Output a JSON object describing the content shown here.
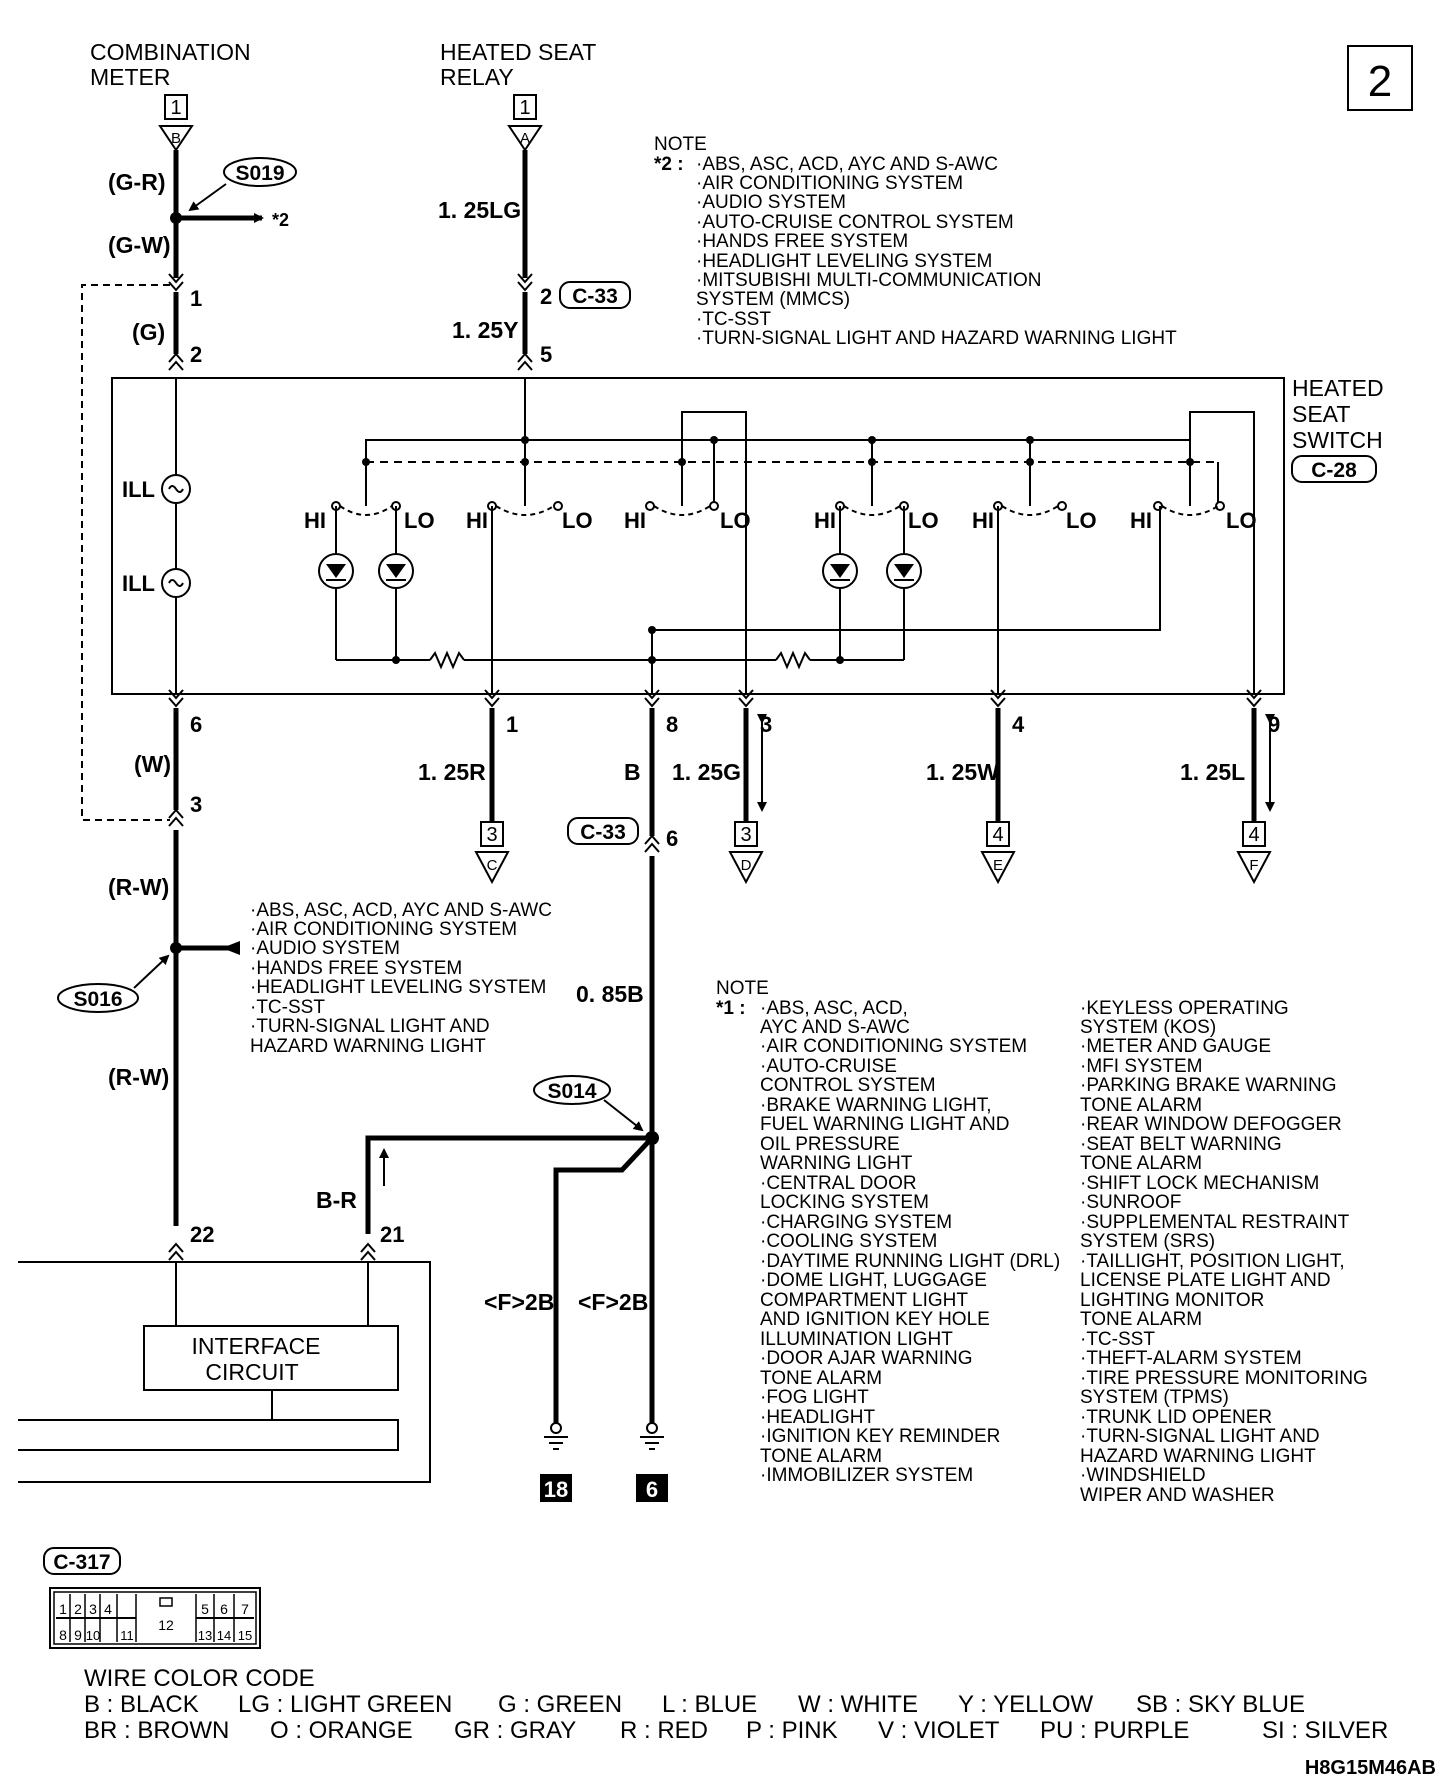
{
  "page_number": "2",
  "components": {
    "combination_meter": [
      "COMBINATION",
      "METER"
    ],
    "heated_seat_relay": [
      "HEATED SEAT",
      "RELAY"
    ],
    "heated_seat_switch": [
      "HEATED",
      "SEAT",
      "SWITCH"
    ],
    "interface_circuit": [
      "INTERFACE",
      "CIRCUIT"
    ]
  },
  "connectors": {
    "c33": "C-33",
    "c28": "C-28",
    "c317": "C-317"
  },
  "splices": {
    "s019": "S019",
    "s016": "S016",
    "s014": "S014"
  },
  "connector_refs": {
    "meter": {
      "num": "1",
      "letter": "B"
    },
    "relay": {
      "num": "1",
      "letter": "A"
    },
    "c": {
      "num": "3",
      "letter": "C"
    },
    "d": {
      "num": "3",
      "letter": "D"
    },
    "e": {
      "num": "4",
      "letter": "E"
    },
    "f": {
      "num": "4",
      "letter": "F"
    }
  },
  "wires": {
    "g_r": "(G-R)",
    "g_w": "(G-W)",
    "g": "(G)",
    "w": "(W)",
    "r_w_1": "(R-W)",
    "r_w_2": "(R-W)",
    "lg": "1. 25LG",
    "y": "1. 25Y",
    "r": "1. 25R",
    "b": "B",
    "g125": "1. 25G",
    "w125": "1. 25W",
    "l125": "1. 25L",
    "b085": "0. 85B",
    "b_r": "B-R",
    "f2b_1": "<F>2B",
    "f2b_2": "<F>2B"
  },
  "pins": {
    "p1": "1",
    "p2": "2",
    "p6": "6",
    "p3": "3",
    "p2r": "2",
    "p5r": "5",
    "q1": "1",
    "q8": "8",
    "q3": "3",
    "q4": "4",
    "q9": "9",
    "q6": "6",
    "p22": "22",
    "p21": "21"
  },
  "star2_marker": "*2",
  "switch_labels": {
    "ill": "ILL",
    "hi": "HI",
    "lo": "LO"
  },
  "grounds": {
    "g18": "18",
    "g6": "6"
  },
  "note_top": {
    "title": "NOTE",
    "marker": "*2 :",
    "lines": [
      "·ABS, ASC, ACD, AYC AND S-AWC",
      "·AIR CONDITIONING SYSTEM",
      "·AUDIO SYSTEM",
      "·AUTO-CRUISE CONTROL SYSTEM",
      "·HANDS FREE SYSTEM",
      "·HEADLIGHT LEVELING SYSTEM",
      "·MITSUBISHI MULTI-COMMUNICATION",
      " SYSTEM (MMCS)",
      "·TC-SST",
      "·TURN-SIGNAL LIGHT AND HAZARD WARNING LIGHT"
    ]
  },
  "note_s016": {
    "lines": [
      "·ABS, ASC, ACD, AYC AND S-AWC",
      "·AIR CONDITIONING SYSTEM",
      "·AUDIO SYSTEM",
      "·HANDS FREE SYSTEM",
      "·HEADLIGHT LEVELING SYSTEM",
      "·TC-SST",
      "·TURN-SIGNAL LIGHT AND",
      " HAZARD WARNING LIGHT"
    ]
  },
  "note_bottom": {
    "title": "NOTE",
    "marker": "*1 :",
    "col1": [
      "·ABS, ASC, ACD,",
      " AYC AND S-AWC",
      "·AIR CONDITIONING SYSTEM",
      "·AUTO-CRUISE",
      " CONTROL SYSTEM",
      "·BRAKE WARNING LIGHT,",
      " FUEL WARNING LIGHT AND",
      " OIL PRESSURE",
      " WARNING LIGHT",
      "·CENTRAL DOOR",
      " LOCKING SYSTEM",
      "·CHARGING SYSTEM",
      "·COOLING SYSTEM",
      "·DAYTIME RUNNING LIGHT (DRL)",
      "·DOME LIGHT, LUGGAGE",
      " COMPARTMENT LIGHT",
      " AND IGNITION KEY HOLE",
      " ILLUMINATION LIGHT",
      "·DOOR AJAR WARNING",
      " TONE ALARM",
      "·FOG LIGHT",
      "·HEADLIGHT",
      "·IGNITION KEY REMINDER",
      " TONE ALARM",
      "·IMMOBILIZER SYSTEM"
    ],
    "col2": [
      "·KEYLESS OPERATING",
      " SYSTEM (KOS)",
      "·METER AND GAUGE",
      "·MFI SYSTEM",
      "·PARKING BRAKE WARNING",
      " TONE ALARM",
      "·REAR WINDOW DEFOGGER",
      "·SEAT BELT WARNING",
      " TONE ALARM",
      "·SHIFT LOCK MECHANISM",
      "·SUNROOF",
      "·SUPPLEMENTAL RESTRAINT",
      " SYSTEM (SRS)",
      "·TAILLIGHT, POSITION LIGHT,",
      " LICENSE PLATE LIGHT AND",
      " LIGHTING MONITOR",
      " TONE ALARM",
      "·TC-SST",
      "·THEFT-ALARM SYSTEM",
      "·TIRE PRESSURE MONITORING",
      " SYSTEM (TPMS)",
      "·TRUNK LID OPENER",
      "·TURN-SIGNAL LIGHT AND",
      " HAZARD WARNING LIGHT",
      "·WINDSHIELD",
      " WIPER AND WASHER"
    ]
  },
  "c317_pins": {
    "top": [
      "1",
      "2",
      "3",
      "4",
      "5",
      "6",
      "7"
    ],
    "bottom": [
      "8",
      "9",
      "10",
      "11",
      "13",
      "14",
      "15"
    ],
    "center": "12"
  },
  "wire_color_code": {
    "title": "WIRE COLOR CODE",
    "row1": [
      "B : BLACK",
      "LG : LIGHT GREEN",
      "G : GREEN",
      "L : BLUE",
      "W : WHITE",
      "Y : YELLOW",
      "SB : SKY BLUE"
    ],
    "row2": [
      "BR : BROWN",
      "O : ORANGE",
      "GR : GRAY",
      "R : RED",
      "P : PINK",
      "V : VIOLET",
      "PU : PURPLE",
      "SI : SILVER"
    ]
  },
  "diagram_code": "H8G15M46AB"
}
